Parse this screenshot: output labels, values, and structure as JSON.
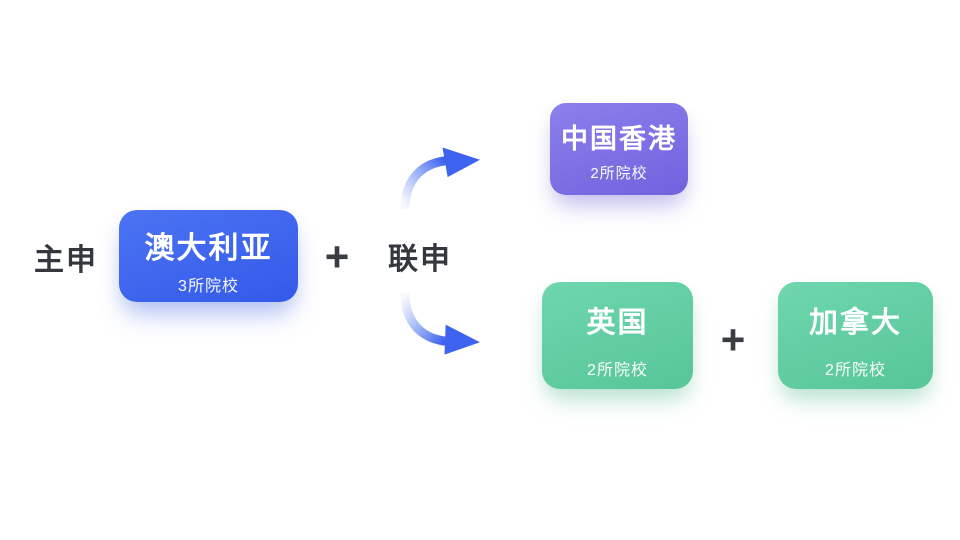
{
  "diagram": {
    "background": "#FFFFFF",
    "text_color": "#34373D",
    "main_label": "主申",
    "joint_label": "联申",
    "plus_main": "+",
    "plus_joint": "+",
    "cards": {
      "primary": {
        "title": "澳大利亚",
        "count": "3所院校",
        "color": "#3E63ED"
      },
      "hongkong": {
        "title": "中国香港",
        "count": "2所院校",
        "color": "#7D71E3"
      },
      "uk": {
        "title": "英国",
        "count": "2所院校",
        "color": "#60CDA2"
      },
      "canada": {
        "title": "加拿大",
        "count": "2所院校",
        "color": "#60CDA2"
      }
    },
    "icons": {
      "arrow_up": "curved-arrow-up-icon",
      "arrow_down": "curved-arrow-down-icon",
      "arrow_color": "#3E63EE"
    }
  }
}
